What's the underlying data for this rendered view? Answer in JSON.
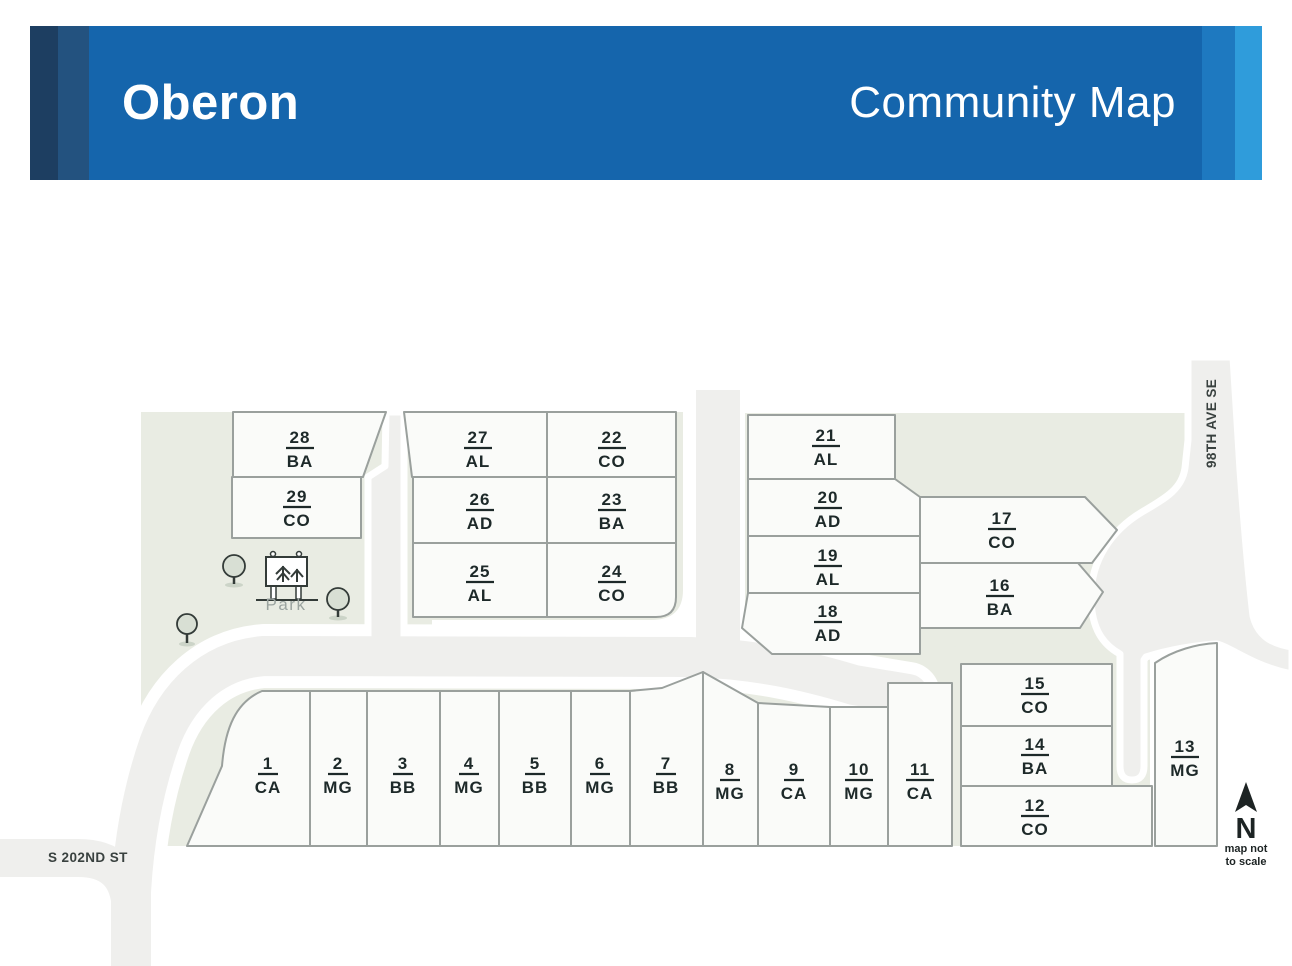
{
  "header": {
    "title": "Oberon",
    "subtitle": "Community Map"
  },
  "map": {
    "streets": {
      "south": "S 202ND ST",
      "east": "98TH AVE SE"
    },
    "park": {
      "label": "Park"
    },
    "north_arrow": {
      "letter": "N",
      "note_line1": "map not",
      "note_line2": "to scale"
    },
    "lots": [
      {
        "number": "1",
        "code": "CA"
      },
      {
        "number": "2",
        "code": "MG"
      },
      {
        "number": "3",
        "code": "BB"
      },
      {
        "number": "4",
        "code": "MG"
      },
      {
        "number": "5",
        "code": "BB"
      },
      {
        "number": "6",
        "code": "MG"
      },
      {
        "number": "7",
        "code": "BB"
      },
      {
        "number": "8",
        "code": "MG"
      },
      {
        "number": "9",
        "code": "CA"
      },
      {
        "number": "10",
        "code": "MG"
      },
      {
        "number": "11",
        "code": "CA"
      },
      {
        "number": "12",
        "code": "CO"
      },
      {
        "number": "13",
        "code": "MG"
      },
      {
        "number": "14",
        "code": "BA"
      },
      {
        "number": "15",
        "code": "CO"
      },
      {
        "number": "16",
        "code": "BA"
      },
      {
        "number": "17",
        "code": "CO"
      },
      {
        "number": "18",
        "code": "AD"
      },
      {
        "number": "19",
        "code": "AL"
      },
      {
        "number": "20",
        "code": "AD"
      },
      {
        "number": "21",
        "code": "AL"
      },
      {
        "number": "22",
        "code": "CO"
      },
      {
        "number": "23",
        "code": "BA"
      },
      {
        "number": "24",
        "code": "CO"
      },
      {
        "number": "25",
        "code": "AL"
      },
      {
        "number": "26",
        "code": "AD"
      },
      {
        "number": "27",
        "code": "AL"
      },
      {
        "number": "28",
        "code": "BA"
      },
      {
        "number": "29",
        "code": "CO"
      }
    ],
    "colors": {
      "banner_blue": "#1565ac",
      "banner_dark_stripe": "#1d3e61",
      "banner_mid_stripe": "#23527f",
      "banner_light_stripe_1": "#1e79c0",
      "banner_light_stripe_2": "#2f9cdb",
      "road": "#efefed",
      "green_space": "#e9ece3",
      "lot_fill": "#fafbf9",
      "lot_border": "#9aa09d",
      "label_text": "#1d2929"
    }
  }
}
